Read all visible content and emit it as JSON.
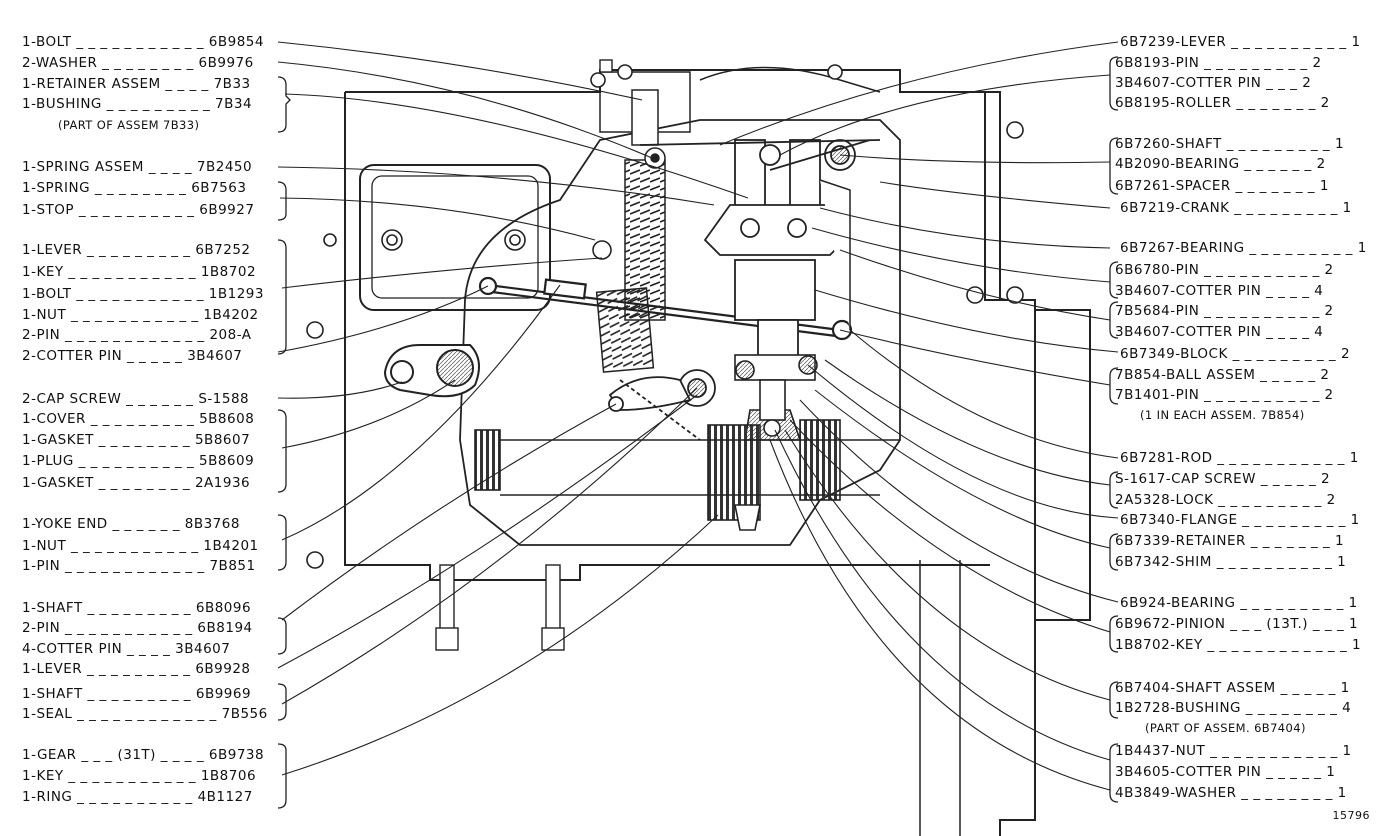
{
  "figure_number": "15796",
  "left_groups": [
    {
      "items": [
        "1-BOLT _ _ _ _ _ _ _ _ _ _ _ 6B9854",
        "2-WASHER _ _ _ _ _ _ _ _ 6B9976",
        "1-RETAINER ASSEM _ _ _ _ 7B33",
        "1-BUSHING _ _ _ _ _ _ _ _ _ 7B34"
      ],
      "note": "(PART OF ASSEM 7B33)"
    },
    {
      "items": [
        "1-SPRING ASSEM _ _ _ _ 7B2450",
        "1-SPRING _ _ _ _ _ _ _ _ 6B7563",
        "1-STOP _ _ _ _ _ _ _ _ _ _ 6B9927"
      ]
    },
    {
      "items": [
        "1-LEVER _ _ _ _ _ _ _ _ _ 6B7252",
        "1-KEY _ _ _ _ _ _ _ _ _ _ _ 1B8702",
        "1-BOLT _ _ _ _ _ _ _ _ _ _ _ 1B1293",
        "1-NUT _ _ _ _ _ _ _ _ _ _ _ 1B4202",
        "2-PIN _ _ _ _ _ _ _ _ _ _ _ _ 208-A",
        "2-COTTER PIN _ _ _ _ _ 3B4607"
      ]
    },
    {
      "items": [
        "2-CAP SCREW _ _ _ _ _ _ S-1588",
        "1-COVER _ _ _ _ _ _ _ _ _ 5B8608",
        "1-GASKET _ _ _ _ _ _ _ _ 5B8607",
        "1-PLUG _ _ _ _ _ _ _ _ _ _ 5B8609",
        "1-GASKET _ _ _ _ _ _ _ _ 2A1936"
      ]
    },
    {
      "items": [
        "1-YOKE END _ _ _ _ _ _ 8B3768",
        "1-NUT _ _ _ _ _ _ _ _ _ _ _ 1B4201",
        "1-PIN _ _ _ _ _ _ _ _ _ _ _ _ 7B851"
      ]
    },
    {
      "items": [
        "1-SHAFT _ _ _ _ _ _ _ _ _ 6B8096",
        "2-PIN _ _ _ _ _ _ _ _ _ _ _ 6B8194",
        "4-COTTER PIN _ _ _ _ 3B4607"
      ]
    },
    {
      "items": [
        "1-LEVER _ _ _ _ _ _ _ _ _ 6B9928"
      ]
    },
    {
      "items": [
        "1-SHAFT _ _ _ _ _ _ _ _ _ 6B9969",
        "1-SEAL _ _ _ _ _ _ _ _ _ _ _ _ 7B556"
      ]
    },
    {
      "items": [
        "1-GEAR _ _ _ (31T) _ _ _ _ 6B9738",
        "1-KEY _ _ _ _ _ _ _ _ _ _ _ 1B8706",
        "1-RING _ _ _ _ _ _ _ _ _ _ 4B1127"
      ]
    }
  ],
  "right_groups": [
    {
      "items": [
        "6B7239-LEVER _ _ _ _ _ _ _ _ _ _ 1"
      ]
    },
    {
      "items": [
        "6B8193-PIN _ _ _ _ _ _ _ _ _ 2",
        "3B4607-COTTER PIN _ _ _ 2",
        "6B8195-ROLLER _ _ _ _ _ _ _ 2"
      ]
    },
    {
      "items": [
        "6B7260-SHAFT _ _ _ _ _ _ _ _ _ 1",
        "4B2090-BEARING _ _ _ _ _ _ 2",
        "6B7261-SPACER _ _ _ _ _ _ _ 1"
      ]
    },
    {
      "items": [
        "6B7219-CRANK _ _ _ _ _ _ _ _ _ 1"
      ]
    },
    {
      "items": [
        "6B7267-BEARING _ _ _ _ _ _ _ _ _ 1"
      ]
    },
    {
      "items": [
        "6B6780-PIN _ _ _ _ _ _ _ _ _ _ 2",
        "3B4607-COTTER PIN _ _ _ _ 4"
      ]
    },
    {
      "items": [
        "7B5684-PIN _ _ _ _ _ _ _ _ _ _ 2",
        "3B4607-COTTER PIN _ _ _ _ 4"
      ]
    },
    {
      "items": [
        "6B7349-BLOCK _ _ _ _ _ _ _ _ _ 2"
      ]
    },
    {
      "items": [
        "7B854-BALL ASSEM _ _ _ _ _ 2",
        "7B1401-PIN _ _ _ _ _ _ _ _ _ _ 2"
      ],
      "note": "(1 IN EACH ASSEM. 7B854)"
    },
    {
      "items": [
        "6B7281-ROD _ _ _ _ _ _ _ _ _ _ _ 1"
      ]
    },
    {
      "items": [
        "S-1617-CAP SCREW _ _ _ _ _ 2",
        "2A5328-LOCK _ _ _ _ _ _ _ _ _ 2"
      ]
    },
    {
      "items": [
        "6B7340-FLANGE _ _ _ _ _ _ _ _ _ 1"
      ]
    },
    {
      "items": [
        "6B7339-RETAINER _ _ _ _ _ _ _ 1",
        "6B7342-SHIM _ _ _ _ _ _ _ _ _ _ 1"
      ]
    },
    {
      "items": [
        "6B924-BEARING _ _ _ _ _ _ _ _ _ 1"
      ]
    },
    {
      "items": [
        "6B9672-PINION _ _ _ (13T.) _ _ _ 1",
        "1B8702-KEY _ _ _ _ _ _ _ _ _ _ _ _ 1"
      ]
    },
    {
      "items": [
        "6B7404-SHAFT ASSEM _ _ _ _ _ 1",
        "1B2728-BUSHING _ _ _ _ _ _ _ _ 4"
      ],
      "note": "(PART OF ASSEM. 6B7404)"
    },
    {
      "items": [
        "1B4437-NUT _ _ _ _ _ _ _ _ _ _ _ 1",
        "3B4605-COTTER PIN _ _ _ _ _ 1",
        "4B3849-WASHER _ _ _ _ _ _ _ _ 1"
      ]
    }
  ]
}
